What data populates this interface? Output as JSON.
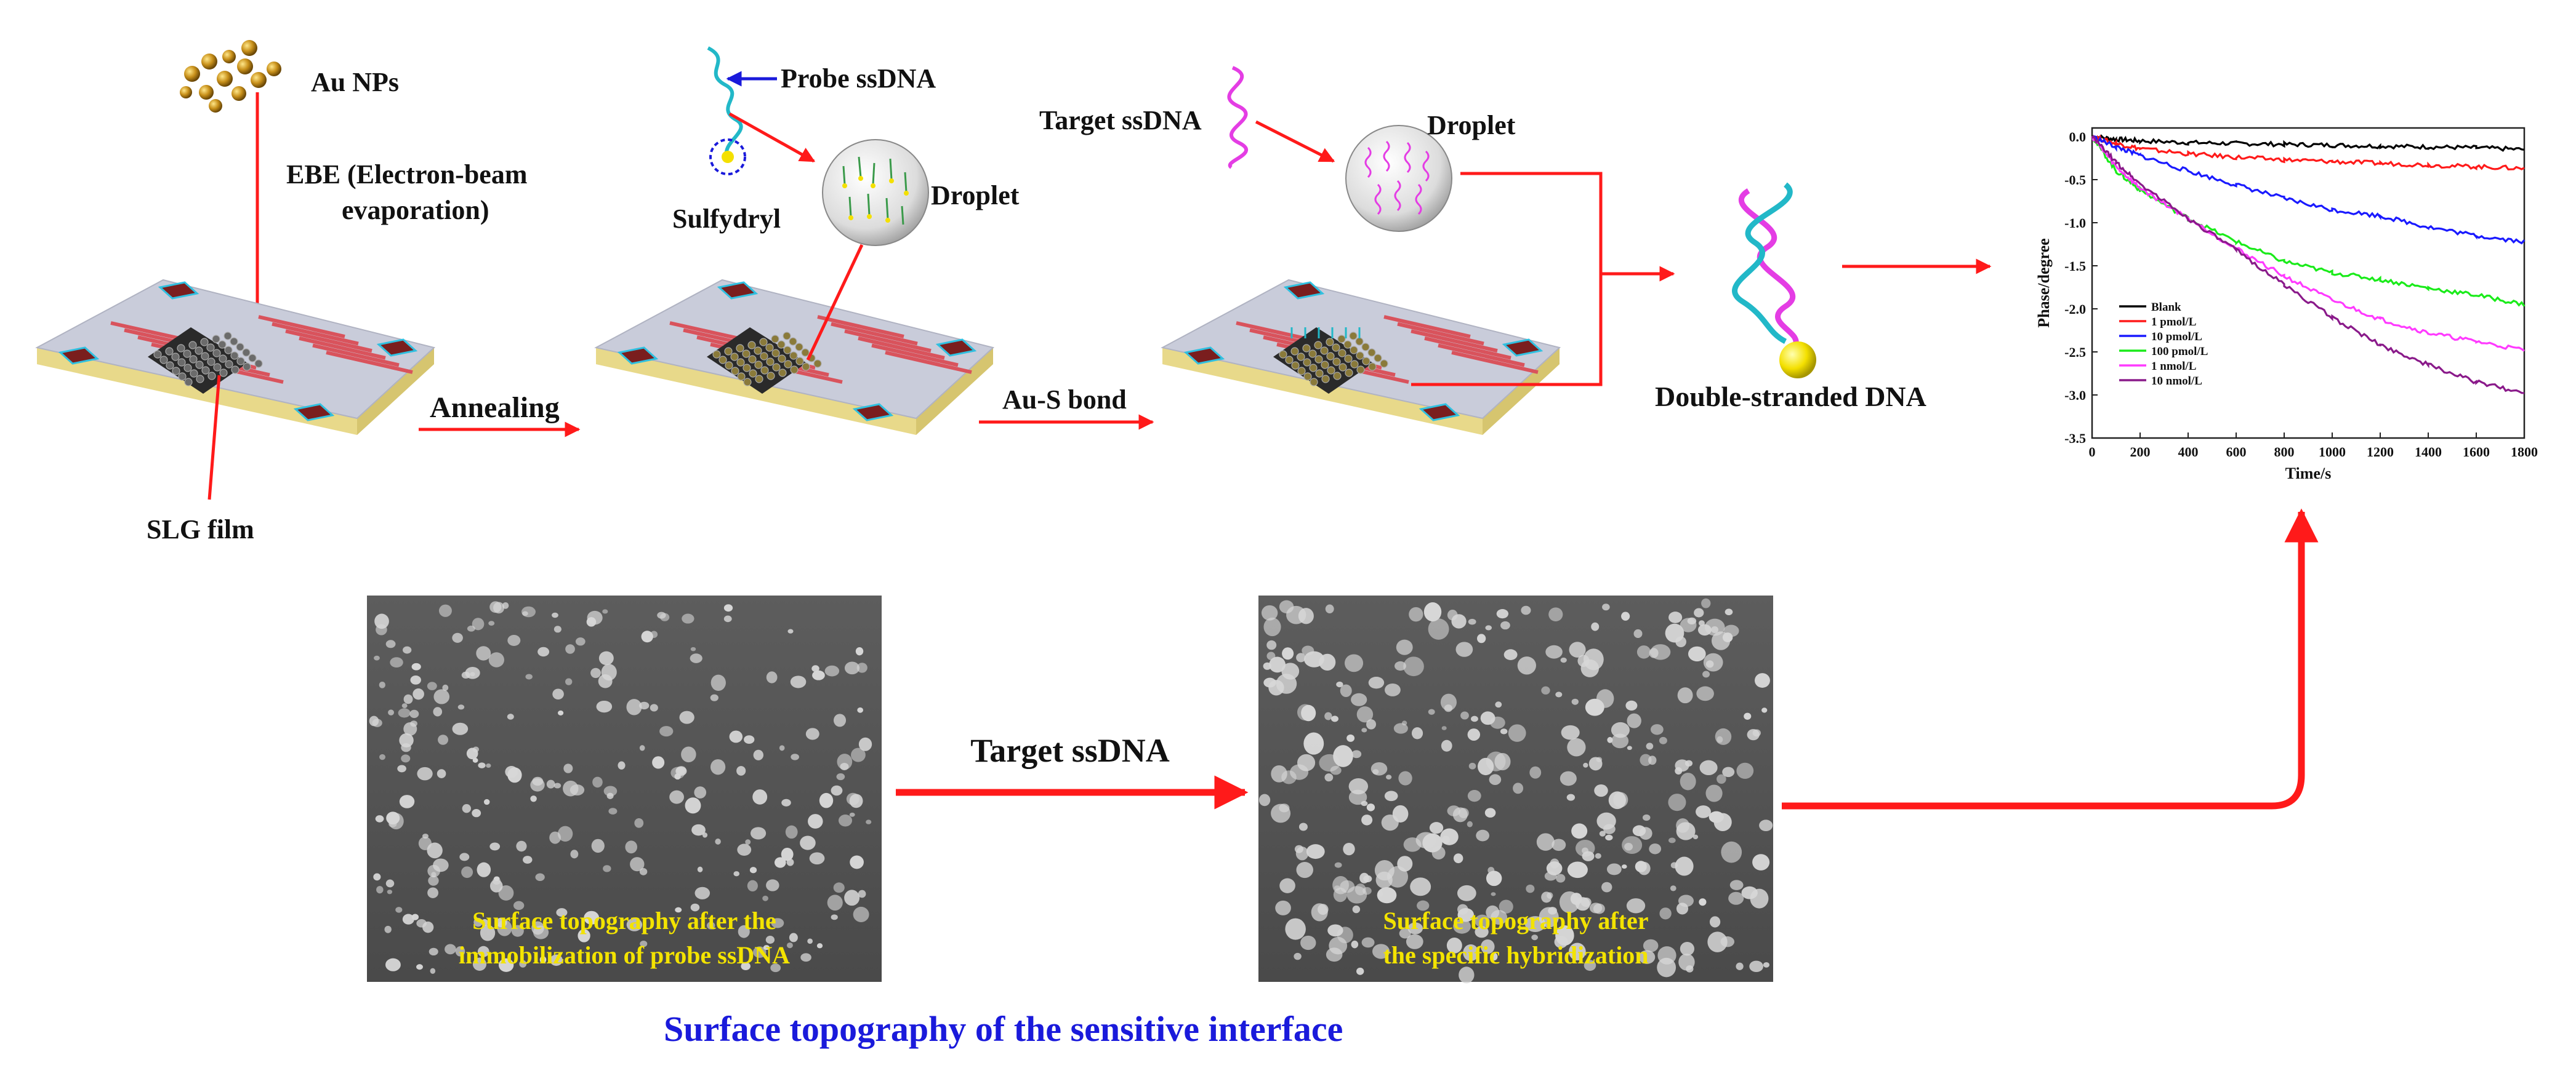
{
  "labels": {
    "au_nps": "Au NPs",
    "ebe_line1": "EBE (Electron-beam",
    "ebe_line2": "evaporation)",
    "probe_ssdna": "Probe ssDNA",
    "sulfydryl": "Sulfydryl",
    "droplet_1": "Droplet",
    "target_ssdna_top": "Target ssDNA",
    "droplet_2": "Droplet",
    "annealing": "Annealing",
    "au_s_bond": "Au-S bond",
    "double_stranded_dna": "Double-stranded DNA",
    "slg_film": "SLG film",
    "target_ssdna_mid": "Target ssDNA",
    "sem1_caption_line1": "Surface topography after the",
    "sem1_caption_line2": "immobilization of probe ssDNA",
    "sem2_caption_line1": "Surface topography after",
    "sem2_caption_line2": "the specific hybridization",
    "bottom_title": "Surface topography of the sensitive interface"
  },
  "colors": {
    "arrow": "#ff1a1a",
    "bottom_title": "#1a1adb",
    "sem_caption": "#f3e300",
    "electrode": "#d9535c",
    "substrate": "#f2e6a6",
    "strand_cyan": "#22b8c8",
    "strand_magenta": "#e43de4",
    "probe_arrow": "#1a1adb"
  },
  "chart_data": {
    "type": "line",
    "xlabel": "Time/s",
    "ylabel": "Phase/degree",
    "xlim": [
      0,
      1800
    ],
    "ylim": [
      -3.5,
      0.1
    ],
    "xticks": [
      0,
      200,
      400,
      600,
      800,
      1000,
      1200,
      1400,
      1600,
      1800
    ],
    "yticks": [
      0.0,
      -0.5,
      -1.0,
      -1.5,
      -2.0,
      -2.5,
      -3.0,
      -3.5
    ],
    "xtick_labels": [
      "0",
      "200",
      "400",
      "600",
      "800",
      "1000",
      "1200",
      "1400",
      "1600",
      "1800"
    ],
    "ytick_labels": [
      "0.0",
      "-0.5",
      "-1.0",
      "-1.5",
      "-2.0",
      "-2.5",
      "-3.0",
      "-3.5"
    ],
    "grid": false,
    "legend_position": "left-middle",
    "series": [
      {
        "name": "Blank",
        "color": "#000000",
        "x": [
          0,
          100,
          200,
          400,
          600,
          800,
          1000,
          1200,
          1400,
          1600,
          1800
        ],
        "y": [
          0.0,
          -0.03,
          -0.05,
          -0.07,
          -0.08,
          -0.09,
          -0.1,
          -0.11,
          -0.12,
          -0.13,
          -0.15
        ]
      },
      {
        "name": "1 pmol/L",
        "color": "#ff1a1a",
        "x": [
          0,
          100,
          200,
          400,
          600,
          800,
          1000,
          1200,
          1400,
          1600,
          1800
        ],
        "y": [
          0.0,
          -0.08,
          -0.14,
          -0.2,
          -0.24,
          -0.27,
          -0.29,
          -0.31,
          -0.33,
          -0.35,
          -0.37
        ]
      },
      {
        "name": "10 pmol/L",
        "color": "#1a1aff",
        "x": [
          0,
          100,
          200,
          400,
          600,
          800,
          1000,
          1200,
          1400,
          1600,
          1800
        ],
        "y": [
          0.0,
          -0.12,
          -0.22,
          -0.4,
          -0.56,
          -0.72,
          -0.85,
          -0.92,
          -1.05,
          -1.15,
          -1.22
        ]
      },
      {
        "name": "100 pmol/L",
        "color": "#1aeb1a",
        "x": [
          0,
          100,
          200,
          400,
          600,
          800,
          1000,
          1200,
          1400,
          1600,
          1800
        ],
        "y": [
          0.0,
          -0.4,
          -0.62,
          -0.95,
          -1.22,
          -1.45,
          -1.58,
          -1.66,
          -1.76,
          -1.84,
          -1.95
        ]
      },
      {
        "name": "1 nmol/L",
        "color": "#ff3aff",
        "x": [
          0,
          100,
          200,
          400,
          600,
          800,
          1000,
          1200,
          1400,
          1600,
          1800
        ],
        "y": [
          0.0,
          -0.35,
          -0.6,
          -0.95,
          -1.3,
          -1.62,
          -1.9,
          -2.12,
          -2.28,
          -2.38,
          -2.48
        ]
      },
      {
        "name": "10 nmol/L",
        "color": "#8a1a8a",
        "x": [
          0,
          100,
          200,
          400,
          600,
          800,
          1000,
          1200,
          1400,
          1600,
          1800
        ],
        "y": [
          0.0,
          -0.3,
          -0.55,
          -0.95,
          -1.32,
          -1.72,
          -2.1,
          -2.42,
          -2.65,
          -2.85,
          -2.98
        ]
      }
    ]
  }
}
